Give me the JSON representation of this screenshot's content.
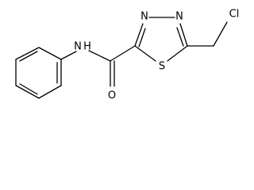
{
  "structure": {
    "atoms": {
      "amide_n": "N",
      "amide_h": "H",
      "amide_o": "O",
      "ring_n1": "N",
      "ring_n2": "N",
      "ring_s": "S",
      "chlorine": "Cl"
    }
  }
}
